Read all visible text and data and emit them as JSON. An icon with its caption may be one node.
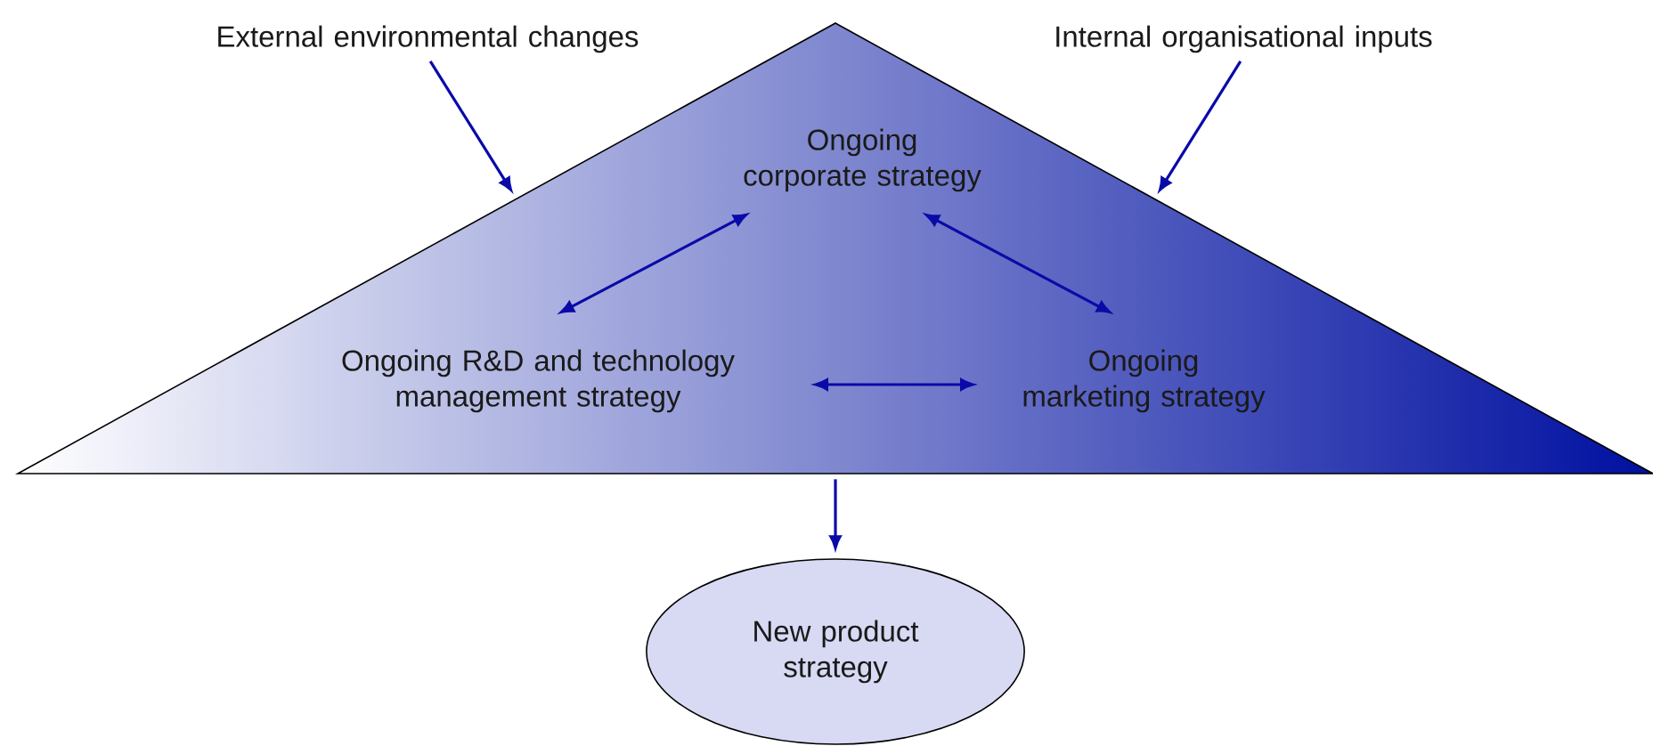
{
  "diagram": {
    "nodes": [
      {
        "text": [],
        "shape": "triangle"
      },
      {
        "text": [
          "Ongoing corporate strategy"
        ],
        "in": 0
      },
      {
        "text": [
          "Ongoing R&D and technology management strategy"
        ],
        "in": 0
      },
      {
        "text": [
          "Ongoing marketing strategy"
        ],
        "in": 0
      },
      {
        "text": [
          "New product strategy"
        ]
      },
      {
        "text": [
          "External environmental changes"
        ]
      },
      {
        "text": [
          "Internal organisational inputs"
        ]
      }
    ],
    "edges": [
      {
        "from": 5,
        "to": 0,
        "arrow": "to"
      },
      {
        "from": 6,
        "to": 0,
        "arrow": "to"
      },
      {
        "from": 1,
        "to": 2,
        "arrow": "both"
      },
      {
        "from": 1,
        "to": 3,
        "arrow": "both"
      },
      {
        "from": 2,
        "to": 3,
        "arrow": "both"
      },
      {
        "from": 0,
        "to": 4,
        "arrow": "to"
      }
    ]
  }
}
